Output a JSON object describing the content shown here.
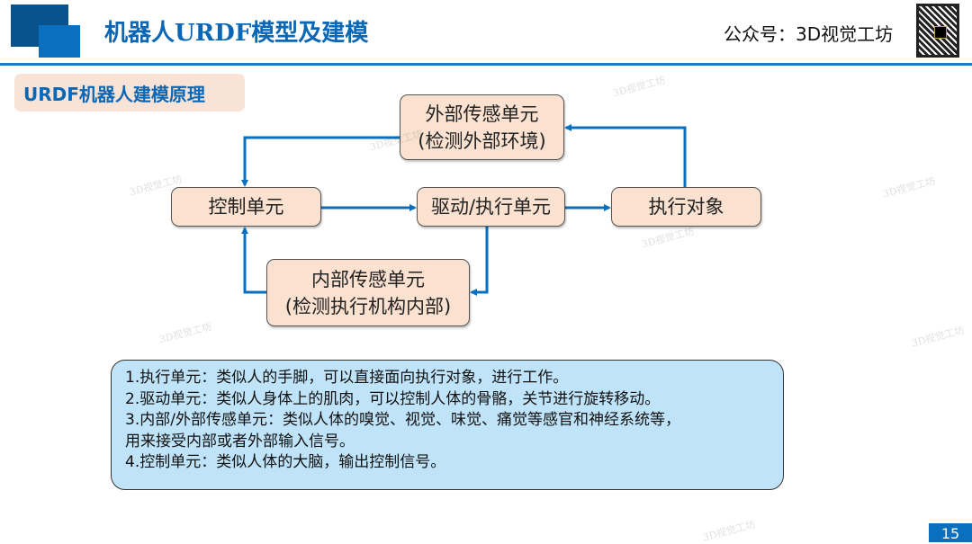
{
  "header": {
    "title": "机器人URDF模型及建模",
    "account": "公众号：3D视觉工坊"
  },
  "section_title": "URDF机器人建模原理",
  "diagram": {
    "external_sensor": [
      "外部传感单元",
      "(检测外部环境)"
    ],
    "control": "控制单元",
    "drive": "驱动/执行单元",
    "target": "执行对象",
    "internal_sensor": [
      "内部传感单元",
      "(检测执行机构内部)"
    ]
  },
  "notes": [
    "1.执行单元：类似人的手脚，可以直接面向执行对象，进行工作。",
    "2.驱动单元：类似人身体上的肌肉，可以控制人体的骨骼，关节进行旋转移动。",
    "3.内部/外部传感单元：类似人体的嗅觉、视觉、味觉、痛觉等感官和神经系统等，",
    "用来接受内部或者外部输入信号。",
    "4.控制单元：类似人体的大脑，输出控制信号。"
  ],
  "watermark": "3D视觉工坊",
  "page_number": "15",
  "colors": {
    "accent": "#0a6fbe",
    "box": "#fae1d0",
    "note": "#bfe3f8"
  }
}
